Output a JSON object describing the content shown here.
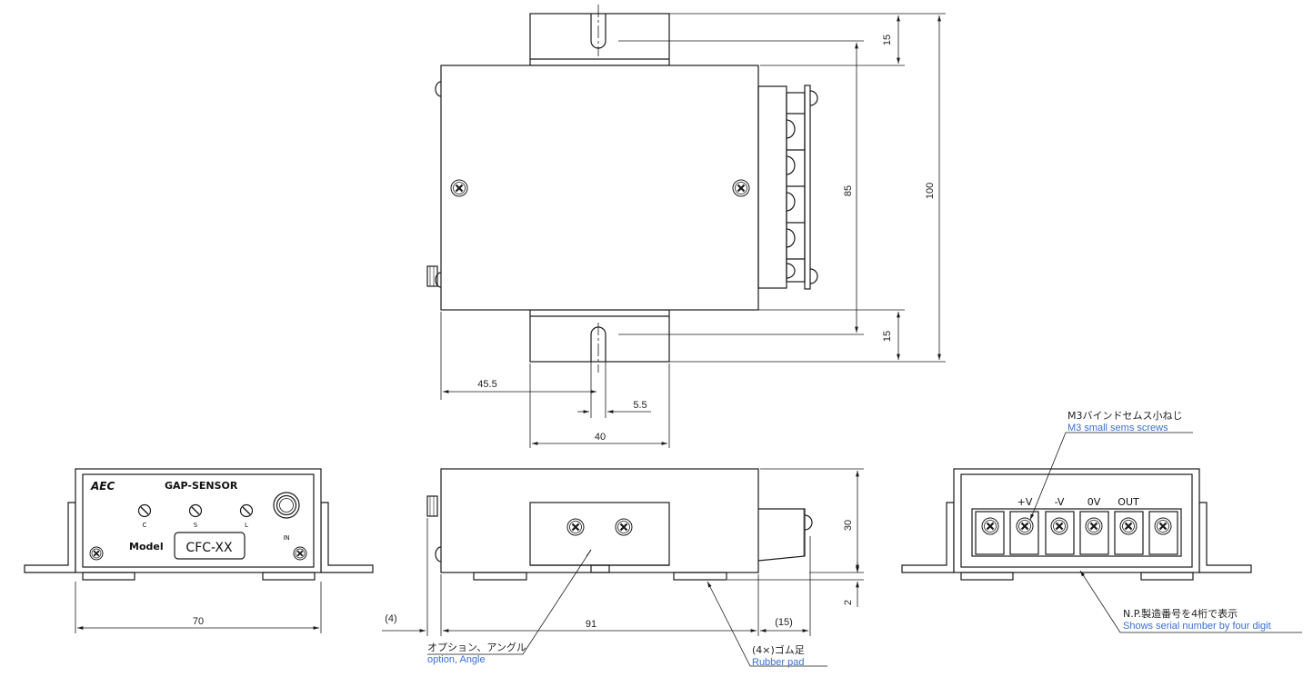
{
  "top_view": {
    "dim_top_gap": "15",
    "dim_inner_height": "85",
    "dim_total_height": "100",
    "dim_bottom_gap": "15",
    "dim_slot_offset": "45.5",
    "dim_slot_width": "5.5",
    "dim_bracket_width": "40"
  },
  "front_panel": {
    "brand": "AEC",
    "title": "GAP-SENSOR",
    "knob_labels": [
      "C",
      "S",
      "L"
    ],
    "connector_label": "IN",
    "model_label": "Model",
    "model_value": "CFC-XX",
    "dim_width": "70"
  },
  "side_view": {
    "dim_height": "30",
    "dim_foot": "2",
    "dim_left_protrusion": "(4)",
    "dim_length": "91",
    "dim_right_protrusion": "(15)",
    "option_label_jp": "オプション、アングル",
    "option_label_en": "option, Angle",
    "rubber_label_jp": "(4×)ゴム足",
    "rubber_label_en": "Rubber pad"
  },
  "rear_panel": {
    "screw_label_jp": "M3バインドセムス小ねじ",
    "screw_label_en": "M3 small sems screws",
    "terminal_labels": [
      "+V",
      "-V",
      "0V",
      "OUT"
    ],
    "serial_label_jp": "N.P.製造番号を4桁で表示",
    "serial_label_en": "Shows serial number by four digit"
  },
  "colors": {
    "line": "#1a1a1a",
    "annotation_blue": "#3b6fd1"
  }
}
